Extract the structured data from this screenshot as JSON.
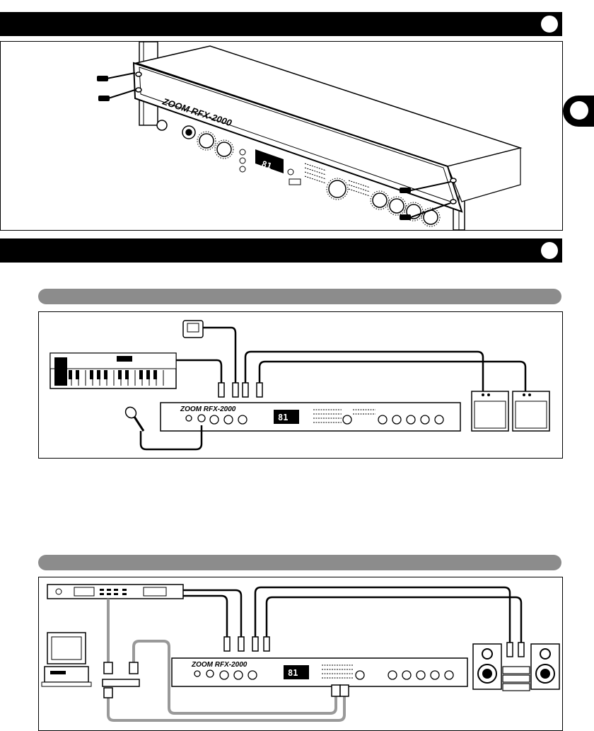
{
  "device": {
    "brand_label": "ZOOM RFX-2000",
    "display_value": "81",
    "subtitle_label": "DIGITAL REVERB & MULTI EFFECTS"
  },
  "sections": [
    {
      "name": "rack-mounting"
    },
    {
      "name": "connections"
    }
  ],
  "colors": {
    "bar": "#000000",
    "sub_bar": "#8c8c8c",
    "line": "#000000",
    "cable_gray": "#999999"
  }
}
